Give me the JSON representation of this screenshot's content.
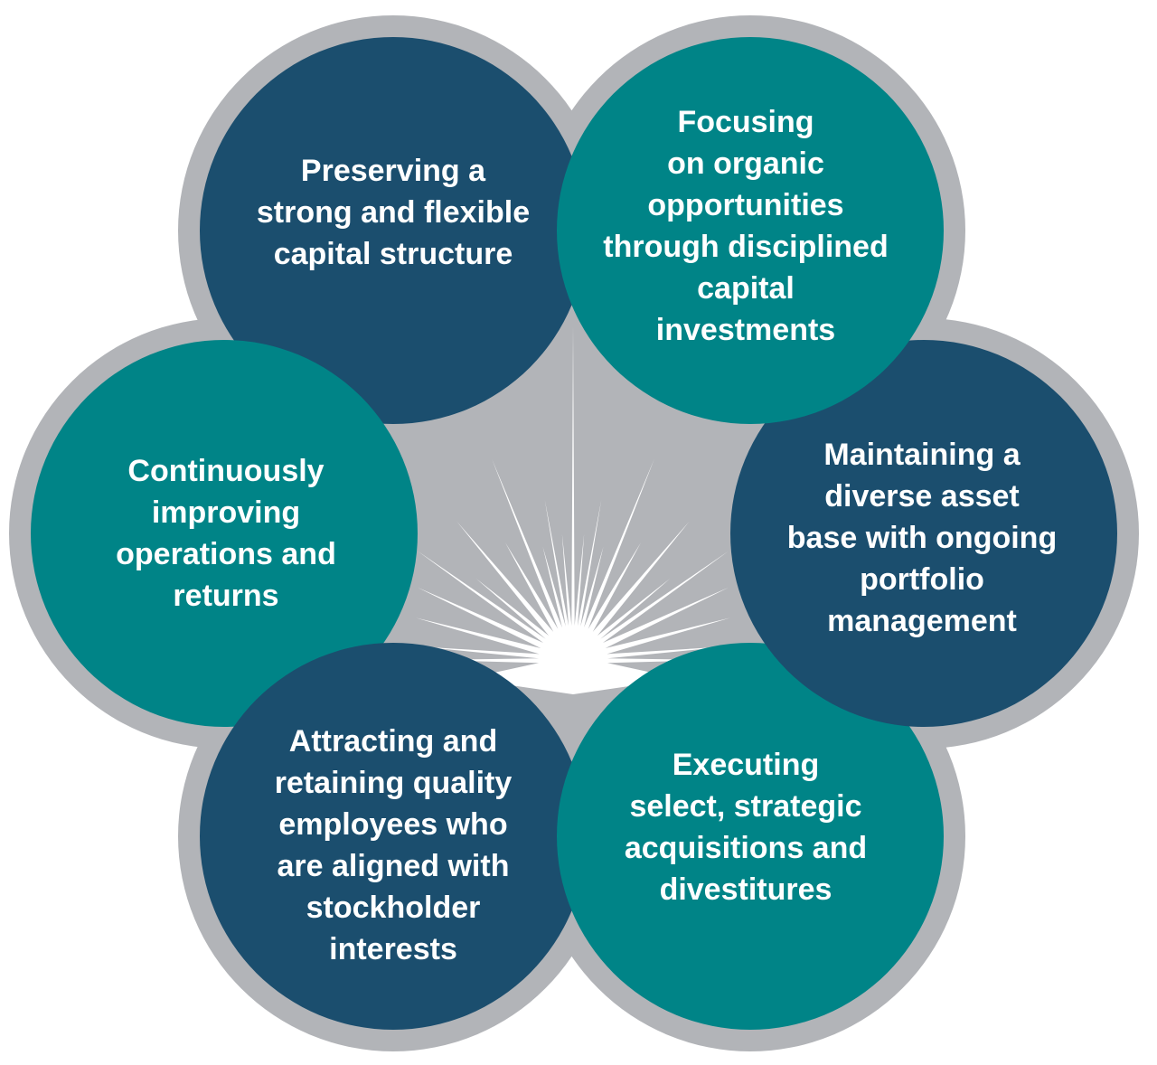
{
  "colors": {
    "outline_gray": "#b2b4b8",
    "navy": "#1b4e6e",
    "teal": "#008487",
    "white": "#ffffff"
  },
  "circles": [
    {
      "id": "capital-structure",
      "text": "Preserving a\nstrong and flexible\ncapital structure",
      "color": "navy"
    },
    {
      "id": "organic",
      "text": "Focusing\non organic\nopportunities\nthrough disciplined\ncapital\ninvestments",
      "color": "teal"
    },
    {
      "id": "asset-base",
      "text": "Maintaining a\ndiverse asset\nbase with ongoing\nportfolio\nmanagement",
      "color": "navy"
    },
    {
      "id": "acquisitions",
      "text": "Executing\nselect, strategic\nacquisitions and\ndivestitures",
      "color": "teal"
    },
    {
      "id": "employees",
      "text": "Attracting and\nretaining quality\nemployees who\nare aligned with\nstockholder\ninterests",
      "color": "navy"
    },
    {
      "id": "continuous",
      "text": "Continuously\nimproving\noperations and\nreturns",
      "color": "teal"
    }
  ]
}
